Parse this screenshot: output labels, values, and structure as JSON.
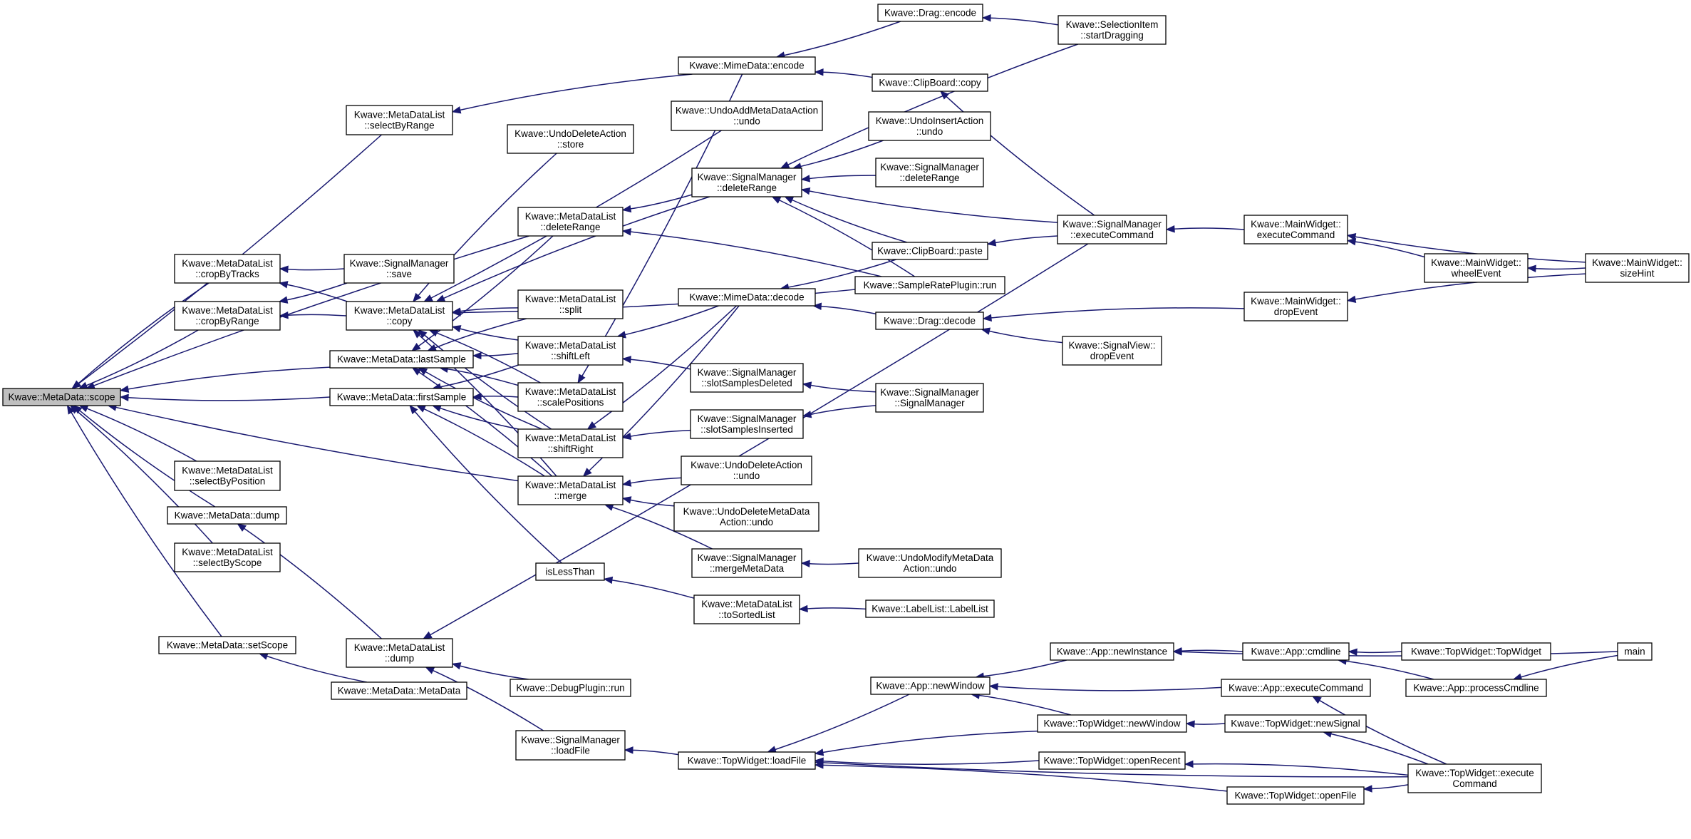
{
  "title": "",
  "colors": {
    "edge": "#191970",
    "node_border": "#000000",
    "root_fill": "#bfbfbf",
    "node_fill": "#ffffff"
  },
  "nodes": [
    {
      "id": "scope",
      "lines": [
        "Kwave::MetaData::scope"
      ],
      "root": true
    },
    {
      "id": "selectByRange",
      "lines": [
        "Kwave::MetaDataList",
        "::selectByRange"
      ]
    },
    {
      "id": "cropByTracks",
      "lines": [
        "Kwave::MetaDataList",
        "::cropByTracks"
      ]
    },
    {
      "id": "cropByRange",
      "lines": [
        "Kwave::MetaDataList",
        "::cropByRange"
      ]
    },
    {
      "id": "lastSample",
      "lines": [
        "Kwave::MetaData::lastSample"
      ]
    },
    {
      "id": "firstSample",
      "lines": [
        "Kwave::MetaData::firstSample"
      ]
    },
    {
      "id": "selectByPosition",
      "lines": [
        "Kwave::MetaDataList",
        "::selectByPosition"
      ]
    },
    {
      "id": "mdDump",
      "lines": [
        "Kwave::MetaData::dump"
      ]
    },
    {
      "id": "selectByScope",
      "lines": [
        "Kwave::MetaDataList",
        "::selectByScope"
      ]
    },
    {
      "id": "setScope",
      "lines": [
        "Kwave::MetaData::setScope"
      ]
    },
    {
      "id": "smSave",
      "lines": [
        "Kwave::SignalManager",
        "::save"
      ]
    },
    {
      "id": "mdlCopy",
      "lines": [
        "Kwave::MetaDataList",
        "::copy"
      ]
    },
    {
      "id": "mdlDump",
      "lines": [
        "Kwave::MetaDataList",
        "::dump"
      ]
    },
    {
      "id": "mdCtor",
      "lines": [
        "Kwave::MetaData::MetaData"
      ]
    },
    {
      "id": "udaStore",
      "lines": [
        "Kwave::UndoDeleteAction",
        "::store"
      ]
    },
    {
      "id": "mdlDeleteRange",
      "lines": [
        "Kwave::MetaDataList",
        "::deleteRange"
      ]
    },
    {
      "id": "mdlSplit",
      "lines": [
        "Kwave::MetaDataList",
        "::split"
      ]
    },
    {
      "id": "mdlShiftLeft",
      "lines": [
        "Kwave::MetaDataList",
        "::shiftLeft"
      ]
    },
    {
      "id": "mdlScalePositions",
      "lines": [
        "Kwave::MetaDataList",
        "::scalePositions"
      ]
    },
    {
      "id": "mdlShiftRight",
      "lines": [
        "Kwave::MetaDataList",
        "::shiftRight"
      ]
    },
    {
      "id": "mdlMerge",
      "lines": [
        "Kwave::MetaDataList",
        "::merge"
      ]
    },
    {
      "id": "isLessThan",
      "lines": [
        "isLessThan"
      ]
    },
    {
      "id": "debugRun",
      "lines": [
        "Kwave::DebugPlugin::run"
      ]
    },
    {
      "id": "smLoadFile",
      "lines": [
        "Kwave::SignalManager",
        "::loadFile"
      ]
    },
    {
      "id": "mimeEncode",
      "lines": [
        "Kwave::MimeData::encode"
      ]
    },
    {
      "id": "uamdUndo",
      "lines": [
        "Kwave::UndoAddMetaDataAction",
        "::undo"
      ]
    },
    {
      "id": "smDeleteRange",
      "lines": [
        "Kwave::SignalManager",
        "::deleteRange"
      ]
    },
    {
      "id": "mimeDecode",
      "lines": [
        "Kwave::MimeData::decode"
      ]
    },
    {
      "id": "smSlotDeleted",
      "lines": [
        "Kwave::SignalManager",
        "::slotSamplesDeleted"
      ]
    },
    {
      "id": "smSlotInserted",
      "lines": [
        "Kwave::SignalManager",
        "::slotSamplesInserted"
      ]
    },
    {
      "id": "udaUndo",
      "lines": [
        "Kwave::UndoDeleteAction",
        "::undo"
      ]
    },
    {
      "id": "udmdUndo",
      "lines": [
        "Kwave::UndoDeleteMetaData",
        "Action::undo"
      ]
    },
    {
      "id": "smMergeMetaData",
      "lines": [
        "Kwave::SignalManager",
        "::mergeMetaData"
      ]
    },
    {
      "id": "mdlToSortedList",
      "lines": [
        "Kwave::MetaDataList",
        "::toSortedList"
      ]
    },
    {
      "id": "twLoadFile",
      "lines": [
        "Kwave::TopWidget::loadFile"
      ]
    },
    {
      "id": "dragEncode",
      "lines": [
        "Kwave::Drag::encode"
      ]
    },
    {
      "id": "cbCopy",
      "lines": [
        "Kwave::ClipBoard::copy"
      ]
    },
    {
      "id": "uiaUndo",
      "lines": [
        "Kwave::UndoInsertAction",
        "::undo"
      ]
    },
    {
      "id": "smDeleteRange2",
      "lines": [
        "Kwave::SignalManager",
        "::deleteRange"
      ]
    },
    {
      "id": "cbPaste",
      "lines": [
        "Kwave::ClipBoard::paste"
      ]
    },
    {
      "id": "srpRun",
      "lines": [
        "Kwave::SampleRatePlugin::run"
      ]
    },
    {
      "id": "dragDecode",
      "lines": [
        "Kwave::Drag::decode"
      ]
    },
    {
      "id": "umdUndo",
      "lines": [
        "Kwave::UndoModifyMetaData",
        "Action::undo"
      ]
    },
    {
      "id": "labelList",
      "lines": [
        "Kwave::LabelList::LabelList"
      ]
    },
    {
      "id": "appNewWindow",
      "lines": [
        "Kwave::App::newWindow"
      ]
    },
    {
      "id": "siStartDragging",
      "lines": [
        "Kwave::SelectionItem",
        "::startDragging"
      ]
    },
    {
      "id": "smExecuteCommand",
      "lines": [
        "Kwave::SignalManager",
        "::executeCommand"
      ]
    },
    {
      "id": "svDropEvent",
      "lines": [
        "Kwave::SignalView::",
        "dropEvent"
      ]
    },
    {
      "id": "smCtor",
      "lines": [
        "Kwave::SignalManager",
        "::SignalManager"
      ]
    },
    {
      "id": "appNewInstance",
      "lines": [
        "Kwave::App::newInstance"
      ]
    },
    {
      "id": "twNewWindow",
      "lines": [
        "Kwave::TopWidget::newWindow"
      ]
    },
    {
      "id": "twOpenRecent",
      "lines": [
        "Kwave::TopWidget::openRecent"
      ]
    },
    {
      "id": "mwExecuteCommand",
      "lines": [
        "Kwave::MainWidget::",
        "executeCommand"
      ]
    },
    {
      "id": "mwDropEvent",
      "lines": [
        "Kwave::MainWidget::",
        "dropEvent"
      ]
    },
    {
      "id": "appCmdline",
      "lines": [
        "Kwave::App::cmdline"
      ]
    },
    {
      "id": "appExecuteCommand",
      "lines": [
        "Kwave::App::executeCommand"
      ]
    },
    {
      "id": "twNewSignal",
      "lines": [
        "Kwave::TopWidget::newSignal"
      ]
    },
    {
      "id": "twOpenFile",
      "lines": [
        "Kwave::TopWidget::openFile"
      ]
    },
    {
      "id": "mwWheelEvent",
      "lines": [
        "Kwave::MainWidget::",
        "wheelEvent"
      ]
    },
    {
      "id": "twCtor",
      "lines": [
        "Kwave::TopWidget::TopWidget"
      ]
    },
    {
      "id": "appProcessCmdline",
      "lines": [
        "Kwave::App::processCmdline"
      ]
    },
    {
      "id": "twExecuteCommand",
      "lines": [
        "Kwave::TopWidget::execute",
        "Command"
      ]
    },
    {
      "id": "mwSizeHint",
      "lines": [
        "Kwave::MainWidget::",
        "sizeHint"
      ]
    },
    {
      "id": "main",
      "lines": [
        "main"
      ]
    }
  ],
  "edges": [
    [
      "selectByRange",
      "scope"
    ],
    [
      "cropByTracks",
      "scope"
    ],
    [
      "cropByRange",
      "scope"
    ],
    [
      "lastSample",
      "scope"
    ],
    [
      "firstSample",
      "scope"
    ],
    [
      "selectByPosition",
      "scope"
    ],
    [
      "mdDump",
      "scope"
    ],
    [
      "selectByScope",
      "scope"
    ],
    [
      "setScope",
      "scope"
    ],
    [
      "mdlDeleteRange",
      "scope"
    ],
    [
      "mdlMerge",
      "scope"
    ],
    [
      "mimeEncode",
      "selectByRange"
    ],
    [
      "smSave",
      "cropByTracks"
    ],
    [
      "mdlCopy",
      "cropByTracks"
    ],
    [
      "smSave",
      "cropByRange"
    ],
    [
      "mdlCopy",
      "cropByRange"
    ],
    [
      "mdlDeleteRange",
      "lastSample"
    ],
    [
      "mdlSplit",
      "lastSample"
    ],
    [
      "mdlShiftLeft",
      "lastSample"
    ],
    [
      "mdlScalePositions",
      "lastSample"
    ],
    [
      "mdlShiftRight",
      "lastSample"
    ],
    [
      "mdlMerge",
      "lastSample"
    ],
    [
      "mdlShiftLeft",
      "firstSample"
    ],
    [
      "mdlScalePositions",
      "firstSample"
    ],
    [
      "mdlShiftRight",
      "firstSample"
    ],
    [
      "mdlMerge",
      "firstSample"
    ],
    [
      "isLessThan",
      "firstSample"
    ],
    [
      "mdlDump",
      "mdDump"
    ],
    [
      "mdCtor",
      "setScope"
    ],
    [
      "udaStore",
      "mdlCopy"
    ],
    [
      "uamdUndo",
      "mdlCopy"
    ],
    [
      "smDeleteRange",
      "mdlCopy"
    ],
    [
      "srpRun",
      "mdlCopy"
    ],
    [
      "mdlSplit",
      "mdlCopy"
    ],
    [
      "mdlShiftLeft",
      "mdlCopy"
    ],
    [
      "mdlScalePositions",
      "mdlCopy"
    ],
    [
      "mdlShiftRight",
      "mdlCopy"
    ],
    [
      "mdlMerge",
      "mdlCopy"
    ],
    [
      "smDeleteRange",
      "mdlDeleteRange"
    ],
    [
      "srpRun",
      "mdlDeleteRange"
    ],
    [
      "mimeDecode",
      "mdlShiftLeft"
    ],
    [
      "smSlotDeleted",
      "mdlShiftLeft"
    ],
    [
      "mimeEncode",
      "mdlScalePositions"
    ],
    [
      "smSlotInserted",
      "mdlShiftRight"
    ],
    [
      "mimeDecode",
      "mdlShiftRight"
    ],
    [
      "udaUndo",
      "mdlMerge"
    ],
    [
      "udmdUndo",
      "mdlMerge"
    ],
    [
      "smMergeMetaData",
      "mdlMerge"
    ],
    [
      "mimeDecode",
      "mdlMerge"
    ],
    [
      "mdlToSortedList",
      "isLessThan"
    ],
    [
      "debugRun",
      "mdlDump"
    ],
    [
      "smLoadFile",
      "mdlDump"
    ],
    [
      "smExecuteCommand",
      "mdlDump"
    ],
    [
      "twLoadFile",
      "smLoadFile"
    ],
    [
      "dragEncode",
      "mimeEncode"
    ],
    [
      "cbCopy",
      "mimeEncode"
    ],
    [
      "uiaUndo",
      "smDeleteRange"
    ],
    [
      "smDeleteRange2",
      "smDeleteRange"
    ],
    [
      "cbPaste",
      "smDeleteRange"
    ],
    [
      "srpRun",
      "smDeleteRange"
    ],
    [
      "smExecuteCommand",
      "smDeleteRange"
    ],
    [
      "siStartDragging",
      "smDeleteRange"
    ],
    [
      "cbPaste",
      "mimeDecode"
    ],
    [
      "dragDecode",
      "mimeDecode"
    ],
    [
      "smCtor",
      "smSlotDeleted"
    ],
    [
      "smCtor",
      "smSlotInserted"
    ],
    [
      "umdUndo",
      "smMergeMetaData"
    ],
    [
      "labelList",
      "mdlToSortedList"
    ],
    [
      "appNewWindow",
      "twLoadFile"
    ],
    [
      "twNewWindow",
      "twLoadFile"
    ],
    [
      "twOpenRecent",
      "twLoadFile"
    ],
    [
      "twOpenFile",
      "twLoadFile"
    ],
    [
      "twExecuteCommand",
      "twLoadFile"
    ],
    [
      "siStartDragging",
      "dragEncode"
    ],
    [
      "smExecuteCommand",
      "cbCopy"
    ],
    [
      "smExecuteCommand",
      "cbPaste"
    ],
    [
      "svDropEvent",
      "dragDecode"
    ],
    [
      "mwDropEvent",
      "dragDecode"
    ],
    [
      "appNewInstance",
      "appNewWindow"
    ],
    [
      "twNewWindow",
      "appNewWindow"
    ],
    [
      "appExecuteCommand",
      "appNewWindow"
    ],
    [
      "mwExecuteCommand",
      "smExecuteCommand"
    ],
    [
      "main",
      "appNewInstance"
    ],
    [
      "appCmdline",
      "appNewInstance"
    ],
    [
      "twNewSignal",
      "twNewWindow"
    ],
    [
      "twExecuteCommand",
      "twOpenRecent"
    ],
    [
      "twExecuteCommand",
      "twOpenFile"
    ],
    [
      "mwWheelEvent",
      "mwExecuteCommand"
    ],
    [
      "mwSizeHint",
      "mwExecuteCommand"
    ],
    [
      "mwSizeHint",
      "mwDropEvent"
    ],
    [
      "twCtor",
      "appCmdline"
    ],
    [
      "appProcessCmdline",
      "appCmdline"
    ],
    [
      "twExecuteCommand",
      "appExecuteCommand"
    ],
    [
      "twExecuteCommand",
      "twNewSignal"
    ],
    [
      "mwSizeHint",
      "mwWheelEvent"
    ],
    [
      "main",
      "appProcessCmdline"
    ]
  ]
}
